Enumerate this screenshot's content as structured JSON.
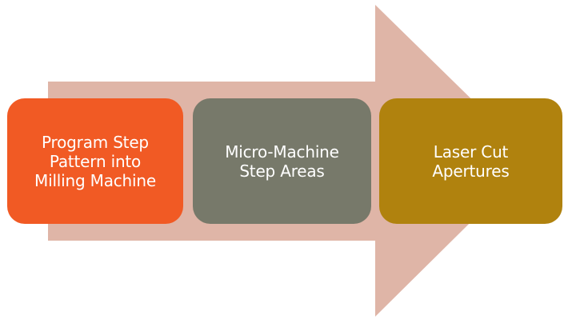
{
  "colors": {
    "arrow": "#DFB5A7",
    "step_1": "#F15A24",
    "step_2": "#77796A",
    "step_3": "#B0820E",
    "text": "#FFFFFF"
  },
  "process_arrow": {
    "icon": "right-arrow-icon"
  },
  "steps": [
    {
      "label": "Program Step\nPattern into\nMilling Machine"
    },
    {
      "label": "Micro-Machine\nStep Areas"
    },
    {
      "label": "Laser Cut\nApertures"
    }
  ]
}
